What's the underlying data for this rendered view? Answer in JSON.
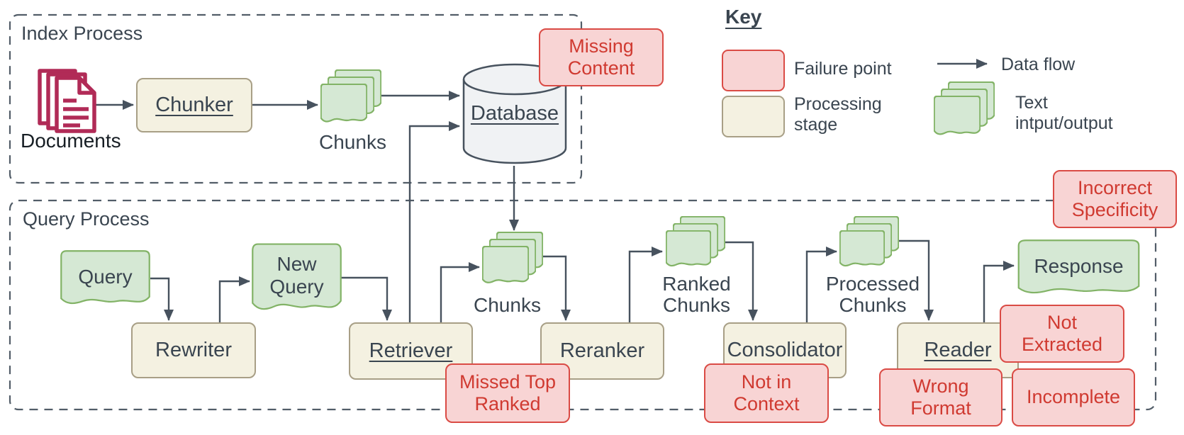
{
  "index_process": {
    "title": "Index Process",
    "documents_label": "Documents",
    "chunker_label": "Chunker",
    "chunks_label": "Chunks",
    "database_label": "Database",
    "failure_missing_content": "Missing Content"
  },
  "key": {
    "title": "Key",
    "failure_point_label": "Failure point",
    "processing_stage_label": "Processing stage",
    "data_flow_label": "Data flow",
    "text_io_label": "Text intput/output"
  },
  "query_process": {
    "title": "Query Process",
    "query_label": "Query",
    "rewriter_label": "Rewriter",
    "new_query_label": "New Query",
    "retriever_label": "Retriever",
    "chunks_label": "Chunks",
    "reranker_label": "Reranker",
    "ranked_chunks_label": "Ranked Chunks",
    "consolidator_label": "Consolidator",
    "processed_chunks_label": "Processed Chunks",
    "reader_label": "Reader",
    "response_label": "Response",
    "failure_missed_top_ranked": "Missed Top Ranked",
    "failure_not_in_context": "Not in Context",
    "failure_incorrect_specificity": "Incorrect Specificity",
    "failure_not_extracted": "Not Extracted",
    "failure_wrong_format": "Wrong Format",
    "failure_incomplete": "Incomplete"
  },
  "colors": {
    "failure_fill": "#f8d4d4",
    "failure_border": "#da4b45",
    "failure_text": "#d03a31",
    "stage_fill": "#f4f1e1",
    "stage_border": "#a89f86",
    "text_doc_fill": "#d5e8d4",
    "text_doc_border": "#82b366",
    "database_fill": "#f0f2f4",
    "documents_icon": "#b12b57",
    "line": "#47525e",
    "label_text": "#3a4550"
  }
}
